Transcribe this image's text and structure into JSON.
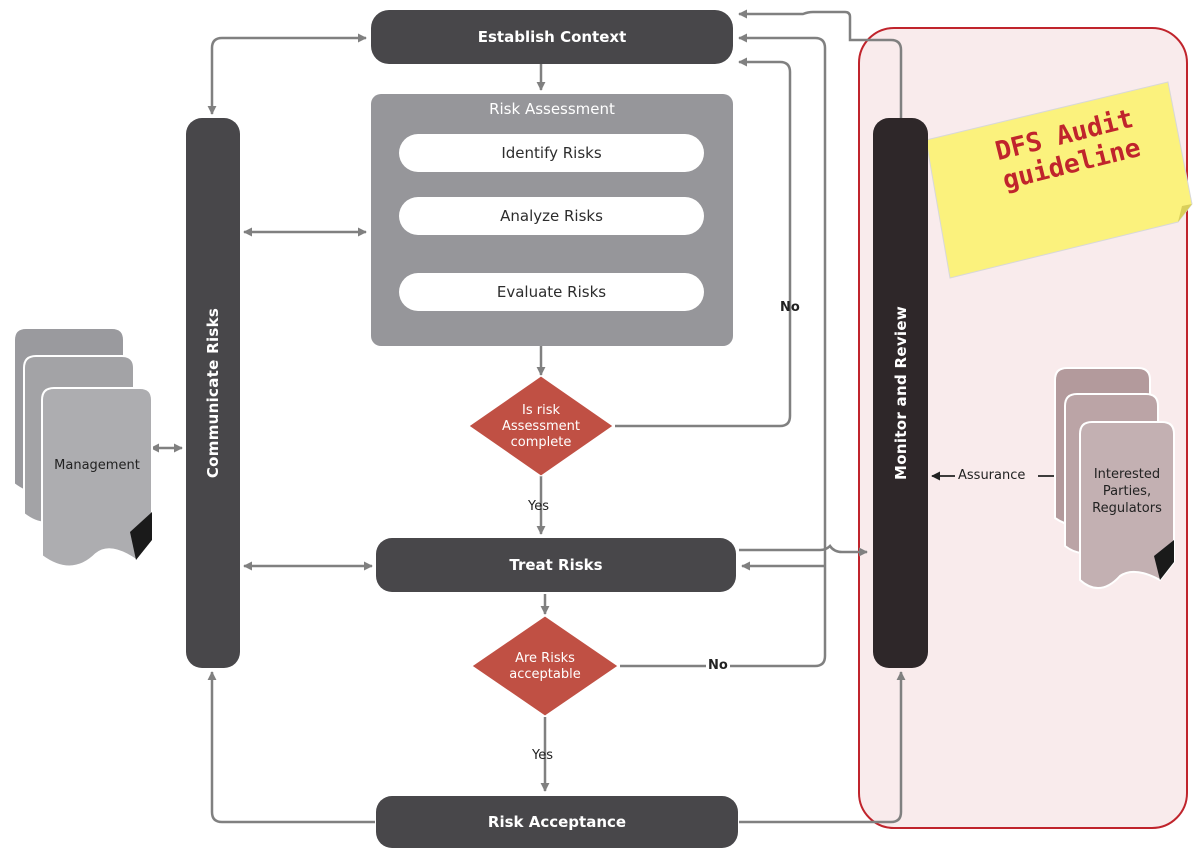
{
  "nodes": {
    "establish_context": "Establish Context",
    "risk_assessment_title": "Risk Assessment",
    "identify_risks": "Identify Risks",
    "analyze_risks": "Analyze Risks",
    "evaluate_risks": "Evaluate Risks",
    "decision_assessment": [
      "Is risk",
      "Assessment",
      "complete"
    ],
    "treat_risks": "Treat Risks",
    "decision_acceptable": [
      "Are Risks",
      "acceptable"
    ],
    "risk_acceptance": "Risk Acceptance",
    "communicate_risks": "Communicate Risks",
    "monitor_review": "Monitor and Review",
    "management": "Management",
    "interested_parties": [
      "Interested",
      "Parties,",
      "Regulators"
    ]
  },
  "edges": {
    "no_assessment": "No",
    "yes_assessment": "Yes",
    "no_acceptable": "No",
    "yes_acceptable": "Yes",
    "assurance": "Assurance"
  },
  "note": {
    "line1": "DFS Audit",
    "line2": "guideline"
  },
  "colors": {
    "node_dark": "#48474a",
    "node_darkest": "#2e2729",
    "panel_grey": "#96969a",
    "decision_red": "#c05044",
    "highlight_red": "#c0242c",
    "highlight_bg": "#f9ebec",
    "sticky_yellow": "#fbf27d",
    "connector_grey": "#808080"
  }
}
